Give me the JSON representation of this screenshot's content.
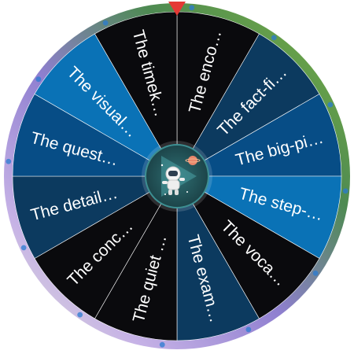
{
  "wheel": {
    "segments": [
      {
        "label": "The enco…",
        "color": "#0a0a0d"
      },
      {
        "label": "The fact-fi…",
        "color": "#0c3a5f"
      },
      {
        "label": "The big-pi…",
        "color": "#074d86"
      },
      {
        "label": "The step-…",
        "color": "#0a72b6"
      },
      {
        "label": "The voca…",
        "color": "#0a0a0d"
      },
      {
        "label": "The exam…",
        "color": "#0c3a5f"
      },
      {
        "label": "The quiet …",
        "color": "#0a0a0d"
      },
      {
        "label": "The conc…",
        "color": "#0a0a0d"
      },
      {
        "label": "The detail…",
        "color": "#0c3a5f"
      },
      {
        "label": "The quest…",
        "color": "#074d86"
      },
      {
        "label": "The visual…",
        "color": "#0a72b6"
      },
      {
        "label": "The timek…",
        "color": "#0a0a0d"
      }
    ],
    "rim_colors": [
      "#7cb342",
      "#5a8f3c",
      "#3a7a8f",
      "#6a8fc8",
      "#8f7fd0",
      "#b49ad8",
      "#d4c4ec",
      "#e6d9f0",
      "#c9d8b0"
    ],
    "pointer_color": "#e53935",
    "divider_color": "#ffffff",
    "label_color": "#ffffff",
    "hub_icon": "astronaut-icon"
  }
}
